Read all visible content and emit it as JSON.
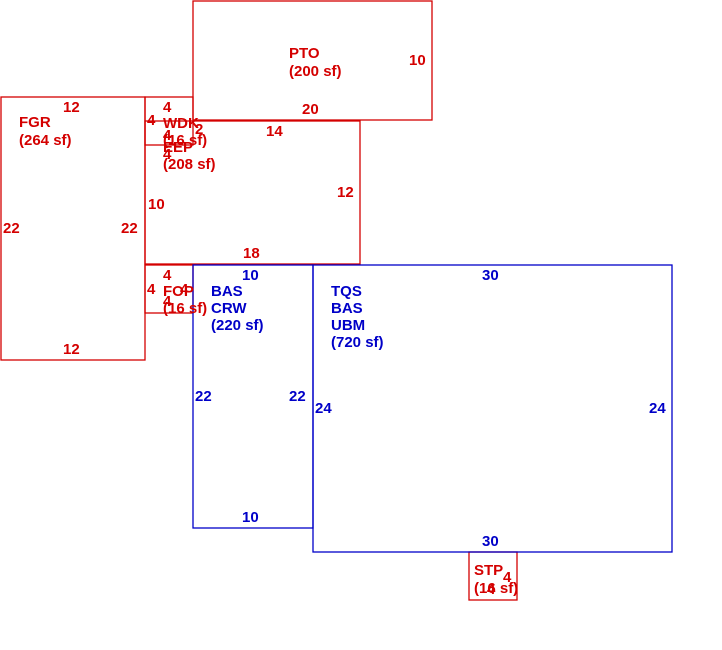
{
  "colors": {
    "red": "#d40000",
    "blue": "#0000c8"
  },
  "areas": {
    "pto": {
      "name": "PTO",
      "area": "(200 sf)"
    },
    "fgr": {
      "name": "FGR",
      "area": "(264 sf)"
    },
    "wdk": {
      "name": "WDK",
      "area": "(16 sf)"
    },
    "eep": {
      "name": "EEP",
      "area": "(208 sf)"
    },
    "fop": {
      "name": "FOP",
      "area": "(16 sf)"
    },
    "crw": {
      "name1": "BAS",
      "name2": "CRW",
      "area": "(220 sf)"
    },
    "main": {
      "name1": "TQS",
      "name2": "BAS",
      "name3": "UBM",
      "area": "(720 sf)"
    },
    "stp": {
      "name": "STP",
      "area": "(16 sf)"
    }
  },
  "dims": {
    "pto_right": "10",
    "pto_bottom": "20",
    "fgr_top": "12",
    "fgr_left": "22",
    "fgr_right": "22",
    "fgr_bottom": "12",
    "wdk_top": "4",
    "wdk_left": "4",
    "wdk_inner_left": "4",
    "wdk_inner_right": "2",
    "eep_left_small": "4",
    "eep_top": "14",
    "eep_right": "12",
    "eep_left": "10",
    "eep_bottom": "18",
    "fop_top": "4",
    "fop_left": "4",
    "fop_bottom": "4",
    "fop_right": "4",
    "crw_top": "10",
    "crw_left": "22",
    "crw_right": "22",
    "crw_bottom": "10",
    "main_top": "30",
    "main_left": "24",
    "main_right": "24",
    "main_bottom": "30",
    "stp_right": "4",
    "stp_bottom": "4"
  }
}
